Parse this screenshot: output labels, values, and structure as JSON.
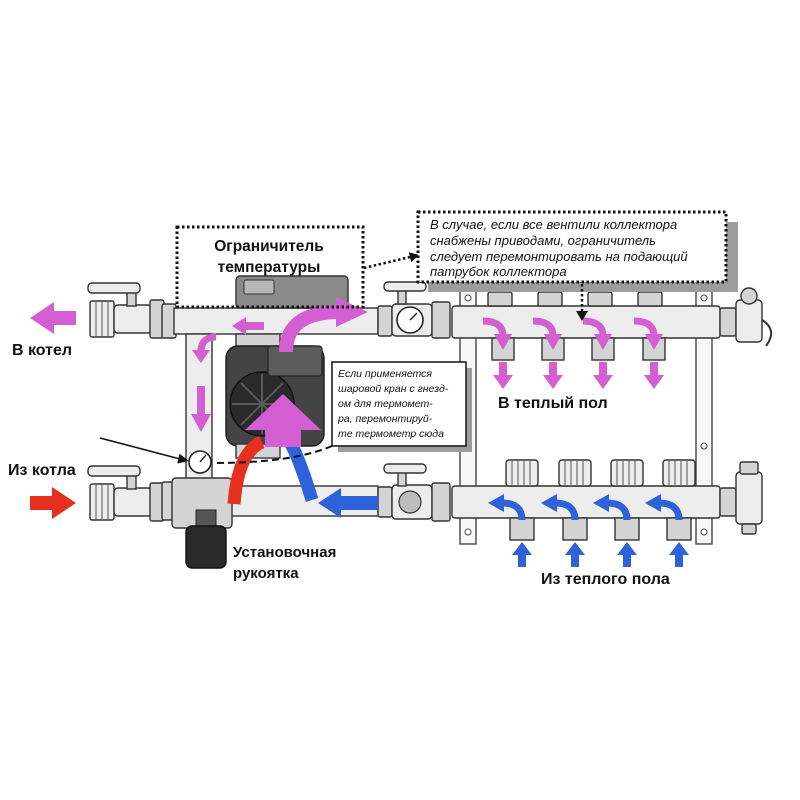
{
  "diagram": {
    "labels": {
      "to_boiler": "В котел",
      "from_boiler": "Из котла",
      "to_floor": "В теплый пол",
      "from_floor": "Из теплого пола",
      "setting_handle": [
        "Установочная",
        "рукоятка"
      ]
    },
    "callouts": {
      "temperature_limiter": [
        "Ограничитель",
        "температуры"
      ],
      "actuator_note": [
        "В случае, если все вентили коллектора",
        "снабжены приводами, ограничитель",
        "следует перемонтировать на подающий",
        "патрубок коллектора"
      ],
      "thermometer_note": [
        "Если применяется",
        "шаровой кран с гнезд-",
        "ом для термомет-",
        "ра, перемонтируй-",
        "те термометр сюда"
      ]
    }
  },
  "colors": {
    "mixed_flow": "#d35fd3",
    "boiler_flow": "#e5301f",
    "return_flow": "#2e62d9"
  }
}
